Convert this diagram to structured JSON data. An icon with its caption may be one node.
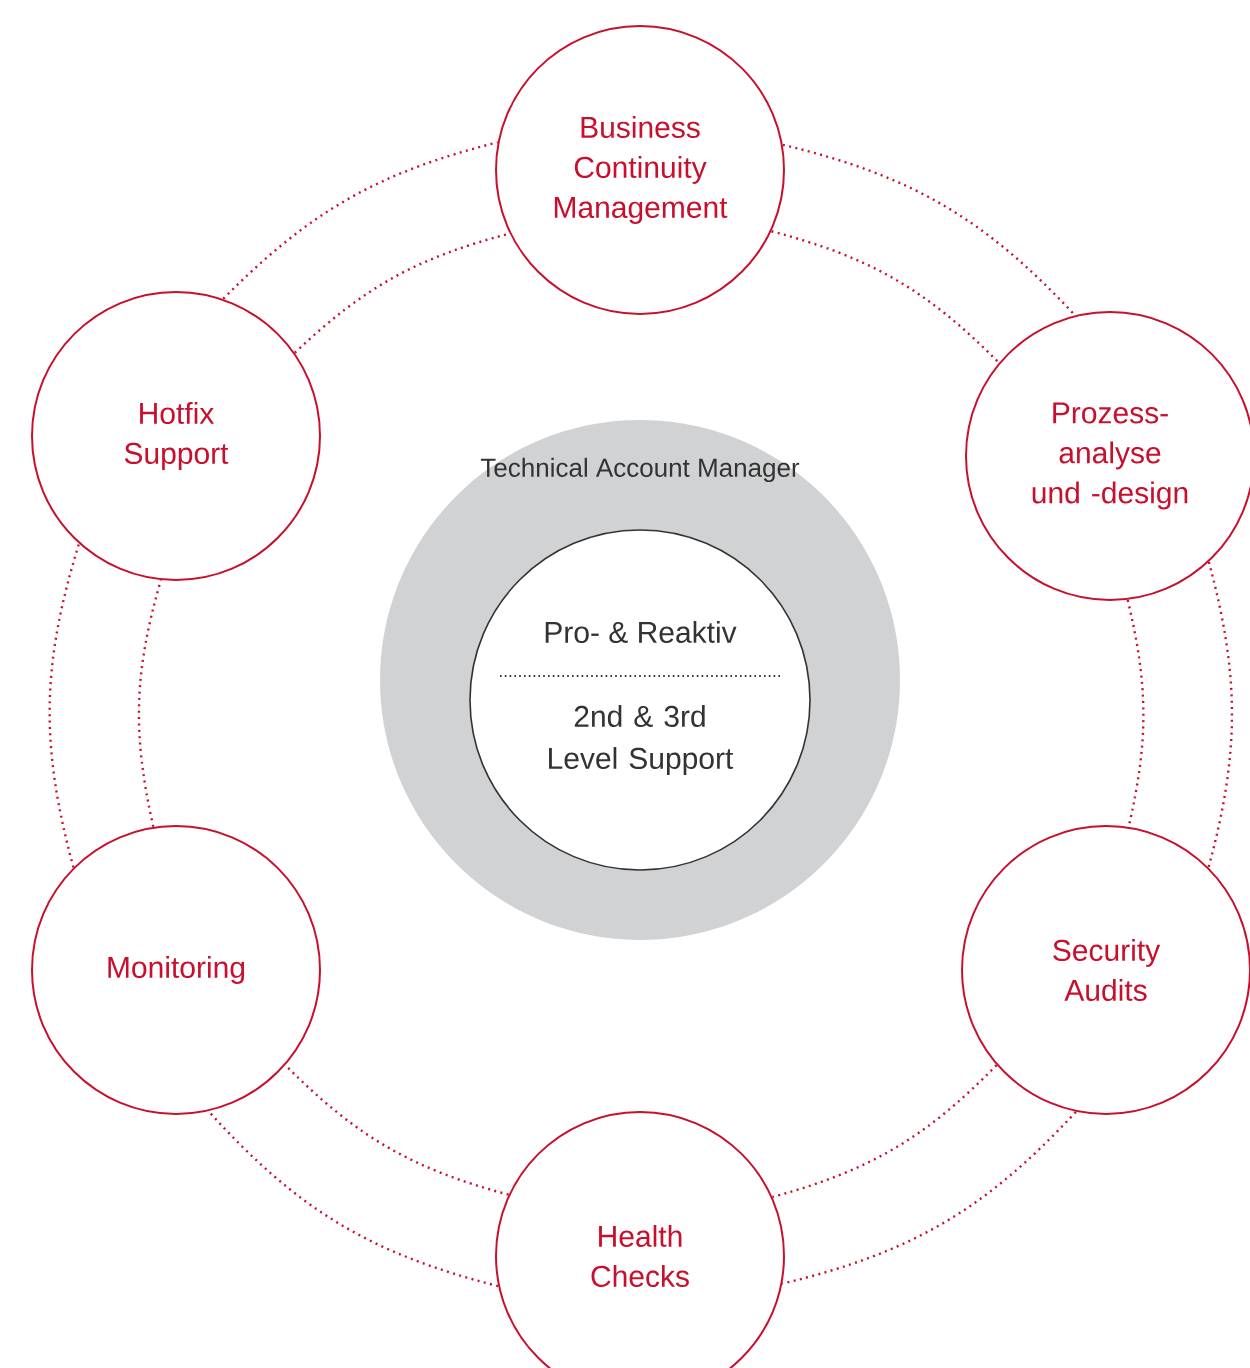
{
  "diagram": {
    "nodes": [
      {
        "text": [
          "Business Continuity Management"
        ]
      },
      {
        "text": [
          "Prozess- analyse und -design"
        ]
      },
      {
        "text": [
          "Security Audits"
        ]
      },
      {
        "text": [
          "Health Checks"
        ]
      },
      {
        "text": [
          "Monitoring"
        ]
      },
      {
        "text": [
          "Hotfix Support"
        ]
      },
      {
        "text": [
          "Technical Account Manager"
        ]
      },
      {
        "text": [
          "Pro- & Reaktiv",
          "2nd & 3rd Level Support"
        ],
        "in": 6
      }
    ],
    "edges": [
      {
        "from": 0,
        "to": 1,
        "arrow": "none"
      },
      {
        "from": 0,
        "to": 1,
        "arrow": "none"
      },
      {
        "from": 1,
        "to": 2,
        "arrow": "none"
      },
      {
        "from": 1,
        "to": 2,
        "arrow": "none"
      },
      {
        "from": 2,
        "to": 3,
        "arrow": "none"
      },
      {
        "from": 2,
        "to": 3,
        "arrow": "none"
      },
      {
        "from": 3,
        "to": 4,
        "arrow": "none"
      },
      {
        "from": 3,
        "to": 4,
        "arrow": "none"
      },
      {
        "from": 4,
        "to": 5,
        "arrow": "none"
      },
      {
        "from": 4,
        "to": 5,
        "arrow": "none"
      },
      {
        "from": 5,
        "to": 0,
        "arrow": "none"
      },
      {
        "from": 5,
        "to": 0,
        "arrow": "none"
      }
    ]
  }
}
